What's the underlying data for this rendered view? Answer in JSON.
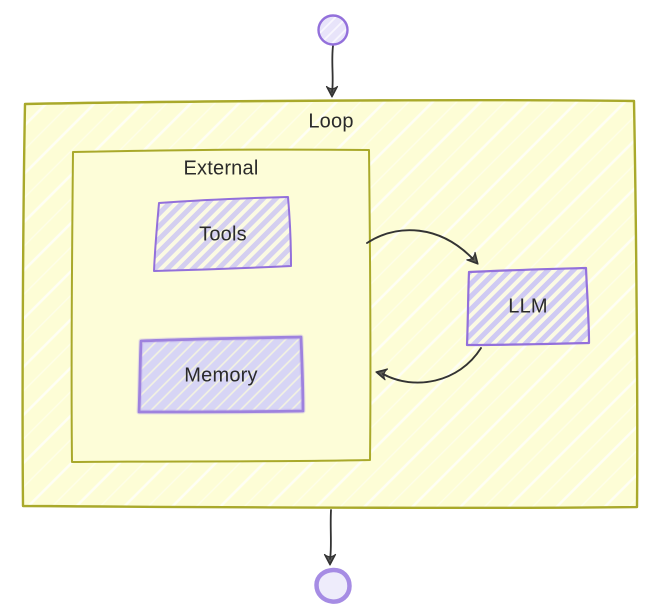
{
  "diagram": {
    "type": "flowchart",
    "direction": "top-to-bottom",
    "nodes": {
      "start": {
        "label": "",
        "shape": "circle"
      },
      "loop": {
        "label": "Loop",
        "shape": "subgraph"
      },
      "external": {
        "label": "External",
        "shape": "subgraph"
      },
      "tools": {
        "label": "Tools",
        "shape": "rectangle"
      },
      "memory": {
        "label": "Memory",
        "shape": "rectangle"
      },
      "llm": {
        "label": "LLM",
        "shape": "rectangle"
      },
      "end": {
        "label": "",
        "shape": "circle"
      }
    },
    "edges": [
      {
        "from": "start",
        "to": "loop"
      },
      {
        "from": "external",
        "to": "llm"
      },
      {
        "from": "llm",
        "to": "external"
      },
      {
        "from": "loop",
        "to": "end"
      }
    ],
    "colors": {
      "subgraph_border": "#a9a92b",
      "subgraph_fill": "#fdfdd6",
      "node_border": "#9370db",
      "node_hatch": "#cfcaf3",
      "memory_fill": "#d7d5f5",
      "circle_fill": "#e8e4fa",
      "end_circle_border": "#a68ce4",
      "arrow": "#333333",
      "text": "#2b2b2b"
    }
  }
}
